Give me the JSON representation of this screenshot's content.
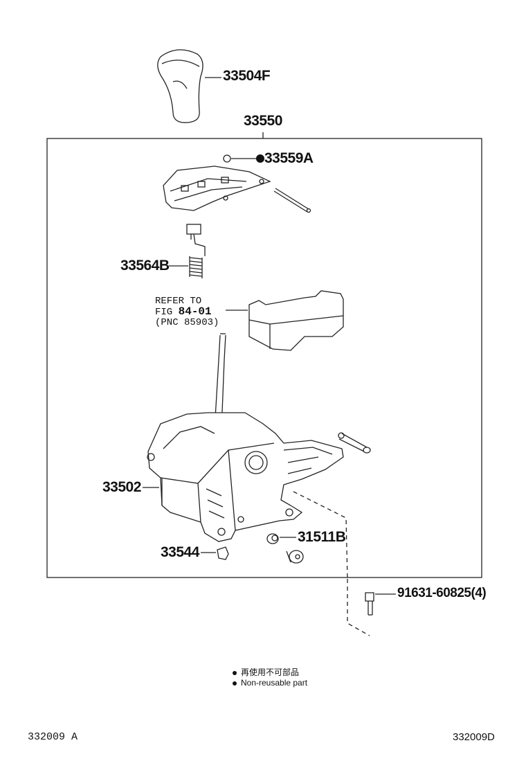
{
  "parts": {
    "knob": "33504F",
    "assembly": "33550",
    "nonreuse_part": "33559A",
    "spring": "33564B",
    "housing": "33502",
    "bushing": "31511B",
    "cap": "33544",
    "bolt": "91631-60825(4)"
  },
  "reference": {
    "line1": "REFER TO",
    "line2_prefix": "FIG",
    "line2_fig": "84-01",
    "line3": "(PNC 85903)"
  },
  "legend": {
    "japanese": "再使用不可部品",
    "english": "Non-reusable part"
  },
  "footer": {
    "left_code": "332009 A",
    "right_code": "332009D"
  }
}
